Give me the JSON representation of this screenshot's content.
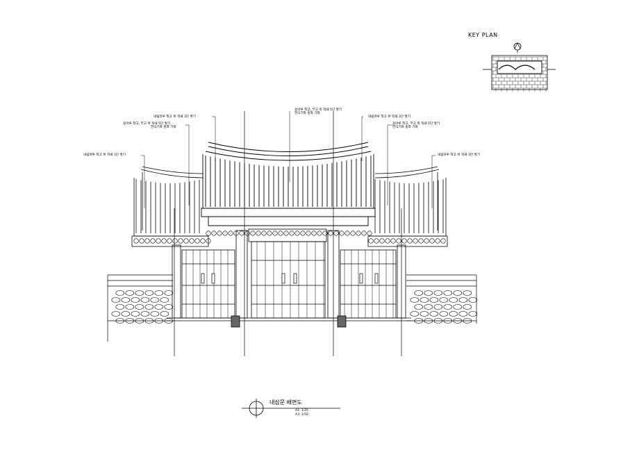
{
  "key_plan": {
    "title": "KEY PLAN"
  },
  "callouts": {
    "left_upper": "내림마루 착고 위 적새 3단 쌓기",
    "left_mid_1": "용마루 착고, 부고 위 적새 5단 쌓기",
    "left_mid_2": "한식기와 홍와 기와",
    "left_lower": "내림마루 착고 위 적새 3단 쌓기",
    "center_1": "용마루 착고, 부고 위 적새 5단 쌓기",
    "center_2": "한식기와 홍와 기와",
    "right_upper": "내림마루 착고 위 적새 3단 쌓기",
    "right_mid_1": "용마루 착고, 부고 위 적새 5단 쌓기",
    "right_mid_2": "한식기와 홍와 기와",
    "right_lower": "내림마루 착고 위 적새 3단 쌓기"
  },
  "title_block": {
    "title": "내삼문 배면도",
    "scale_a1": "A1: 1/25",
    "scale_a3": "A3: 1/50"
  }
}
